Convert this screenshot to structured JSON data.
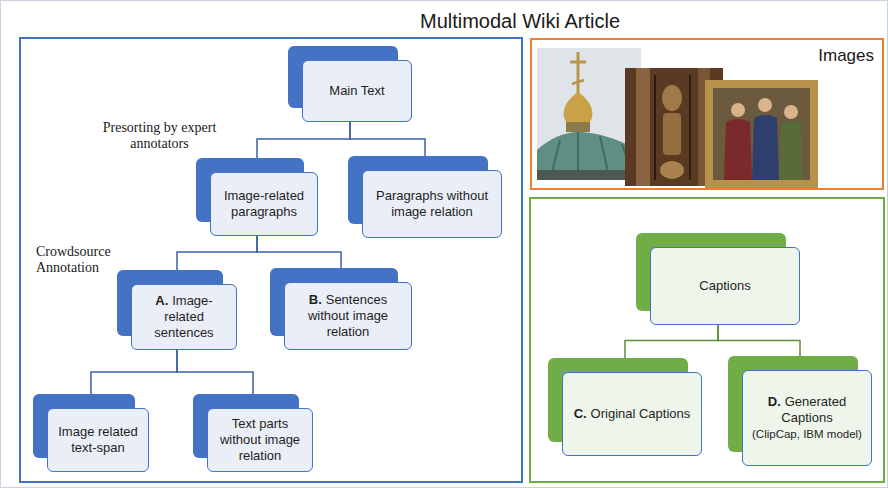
{
  "diagram": {
    "title": "Multimodal Wiki Article",
    "nodes": [
      {
        "text": [
          "Main Text"
        ]
      },
      {
        "text": [
          "Image-related paragraphs"
        ]
      },
      {
        "text": [
          "Paragraphs without image relation"
        ]
      },
      {
        "text": [
          "A.",
          "Image-related sentences"
        ]
      },
      {
        "text": [
          "B.",
          "Sentences without image relation"
        ]
      },
      {
        "text": [
          "Image related text-span"
        ]
      },
      {
        "text": [
          "Text parts without image relation"
        ]
      },
      {
        "text": [
          "Images"
        ]
      },
      {
        "text": [
          "Captions"
        ]
      },
      {
        "text": [
          "C.",
          "Original Captions"
        ]
      },
      {
        "text": [
          "D.",
          "Generated Captions",
          "(ClipCap, IBM model)"
        ]
      }
    ],
    "edges": [
      {
        "from": 0,
        "to": 1,
        "arrow": "none"
      },
      {
        "from": 0,
        "to": 2,
        "arrow": "none"
      },
      {
        "from": 1,
        "to": 3,
        "arrow": "none"
      },
      {
        "from": 1,
        "to": 4,
        "arrow": "none"
      },
      {
        "from": 3,
        "to": 5,
        "arrow": "none"
      },
      {
        "from": 3,
        "to": 6,
        "arrow": "none"
      },
      {
        "from": 8,
        "to": 9,
        "arrow": "none"
      },
      {
        "from": 8,
        "to": 10,
        "arrow": "none"
      }
    ],
    "labels": [
      "Presorting by expert annotators",
      "Crowdsource Annotation"
    ]
  }
}
